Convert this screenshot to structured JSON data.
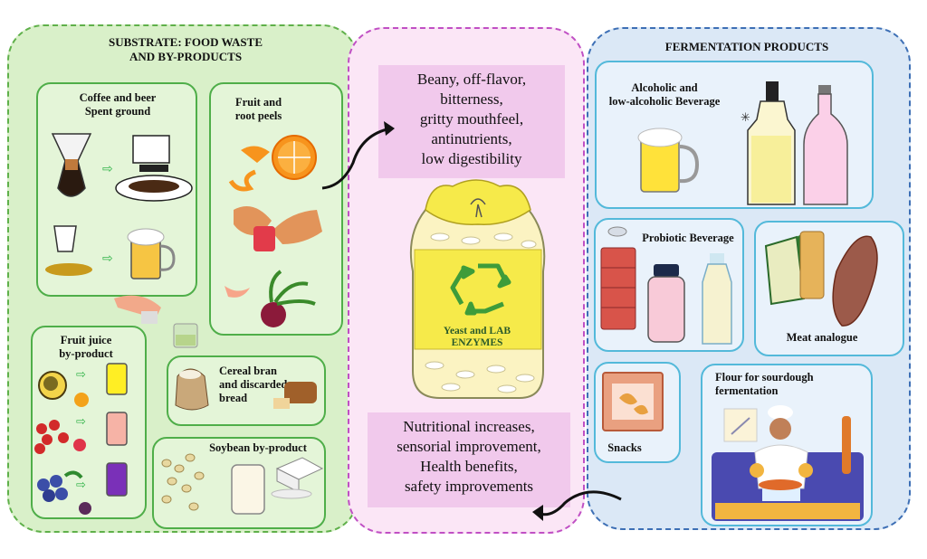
{
  "substrate": {
    "title_line1": "SUBSTRATE: FOOD WASTE",
    "title_line2": "AND BY-PRODUCTS",
    "coffee_line1": "Coffee and beer",
    "coffee_line2": "Spent ground",
    "fruit_line1": "Fruit and",
    "fruit_line2": "root peels",
    "juice_line1": "Fruit juice",
    "juice_line2": "by-product",
    "cereal_line1": "Cereal bran",
    "cereal_line2": "and discarded",
    "cereal_line3": "bread",
    "soybean": "Soybean by-product"
  },
  "process": {
    "issues": [
      "Beany, off-flavor,",
      "bitterness,",
      "gritty mouthfeel,",
      "antinutrients,",
      "low digestibility"
    ],
    "jar_line1": "Yeast and LAB",
    "jar_line2": "ENZYMES",
    "outcomes": [
      "Nutritional increases,",
      "sensorial improvement,",
      "Health benefits,",
      "safety  improvements"
    ]
  },
  "products": {
    "title": "FERMENTATION PRODUCTS",
    "alcoholic_line1": "Alcoholic and",
    "alcoholic_line2": "low-alcoholic  Beverage",
    "probiotic": "Probiotic Beverage",
    "meat": "Meat analogue",
    "snacks": "Snacks",
    "flour_line1": "Flour for sourdough",
    "flour_line2": "fermentation"
  },
  "colors": {
    "substrate_bg": "#d9f0c9",
    "process_bg": "#fbe6f6",
    "products_bg": "#dbe8f6",
    "issue_box": "#f1c9ec",
    "jar_yellow": "#f6ea4a",
    "recycle_green": "#3e9c3a"
  }
}
